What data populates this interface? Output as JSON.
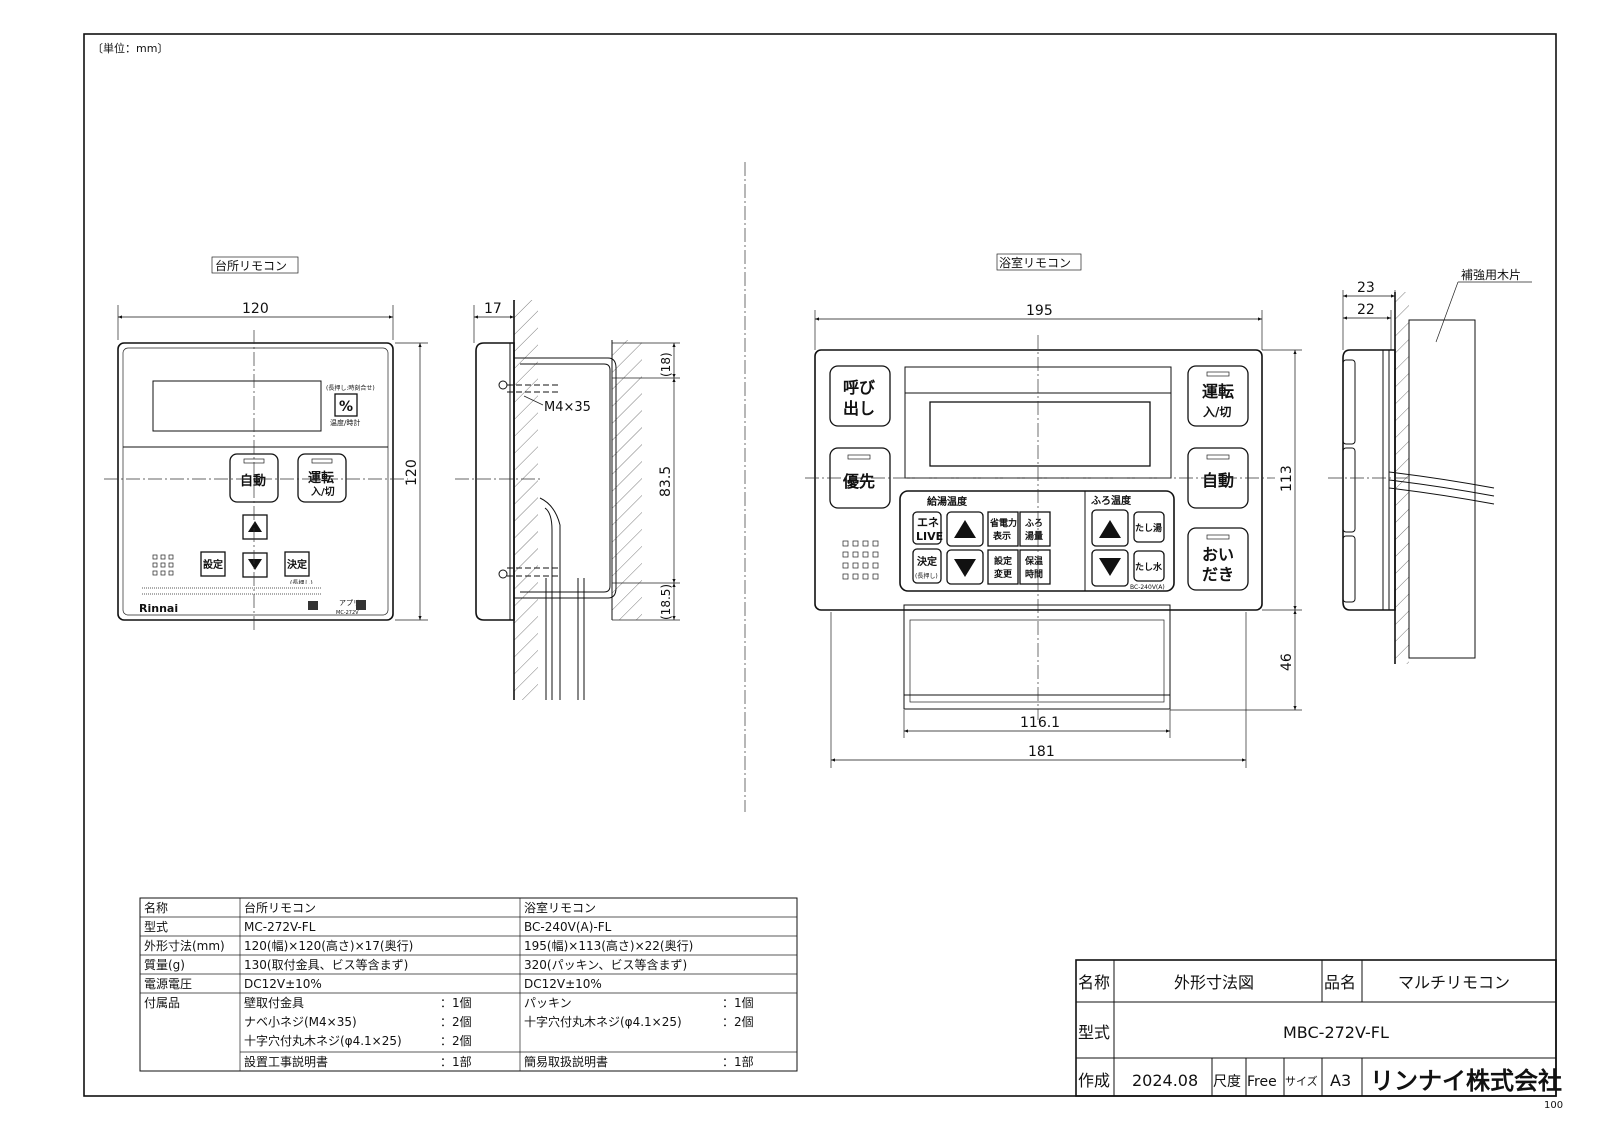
{
  "header": {
    "unit_note": "〔単位：mm〕"
  },
  "kitchen": {
    "label": "台所リモコン",
    "dims": {
      "width": "120",
      "height": "120",
      "depth": "17",
      "top": "(18)",
      "middle": "83.5",
      "bottom": "(18.5)"
    },
    "screw_label": "M4×35",
    "buttons": {
      "auto": "自動",
      "run": "運転",
      "run_sub": "入/切",
      "set": "設定",
      "decide": "決定",
      "decide_sub": "(長押し)"
    },
    "top_note": "(長押し:時刻合せ)",
    "mode_label": "温度/時計",
    "brand": "Rinnai",
    "app_label": "アプリ",
    "model_small": "MC-272V"
  },
  "bath": {
    "label": "浴室リモコン",
    "dims": {
      "width": "195",
      "height": "113",
      "lid": "46",
      "inner_width": "116.1",
      "outer_width": "181",
      "depth1": "23",
      "depth2": "22"
    },
    "wood_label": "補強用木片",
    "buttons": {
      "call_1": "呼び",
      "call_2": "出し",
      "priority": "優先",
      "run": "運転",
      "run_sub": "入/切",
      "auto": "自動",
      "oidaki_1": "おい",
      "oidaki_2": "だき",
      "supply_temp": "給湯温度",
      "bath_temp": "ふろ温度",
      "eco_1": "エネ",
      "eco_2": "LIVE",
      "power_1": "省電力",
      "power_2": "表示",
      "bath_1": "ふろ",
      "bath_2": "湯量",
      "setchange_1": "設定",
      "setchange_2": "変更",
      "keep_1": "保温",
      "keep_2": "時間",
      "decide": "決定",
      "decide_sub": "(長押し)",
      "tashiyu": "たし湯",
      "tashimizu": "たし水"
    },
    "model_small": "BC-240V(A)"
  },
  "spec_table": {
    "rows": [
      {
        "label": "名称",
        "kitchen": "台所リモコン",
        "bath": "浴室リモコン"
      },
      {
        "label": "型式",
        "kitchen": "MC-272V-FL",
        "bath": "BC-240V(A)-FL"
      },
      {
        "label": "外形寸法(mm)",
        "kitchen": "120(幅)×120(高さ)×17(奥行)",
        "bath": "195(幅)×113(高さ)×22(奥行)"
      },
      {
        "label": "質量(g)",
        "kitchen": "130(取付金具、ビス等含まず)",
        "bath": "320(パッキン、ビス等含まず)"
      },
      {
        "label": "電源電圧",
        "kitchen": "DC12V±10%",
        "bath": "DC12V±10%"
      }
    ],
    "accessories_label": "付属品",
    "kitchen_accessories": [
      {
        "item": "壁取付金具",
        "qty": "：1個"
      },
      {
        "item": "ナベ小ネジ(M4×35)",
        "qty": "：2個"
      },
      {
        "item": "十字穴付丸木ネジ(φ4.1×25)",
        "qty": "：2個"
      },
      {
        "item": "設置工事説明書",
        "qty": "：1部"
      }
    ],
    "bath_accessories": [
      {
        "item": "パッキン",
        "qty": "：1個"
      },
      {
        "item": "十字穴付丸木ネジ(φ4.1×25)",
        "qty": "：2個"
      },
      {
        "item": "簡易取扱説明書",
        "qty": "：1部"
      }
    ]
  },
  "title_block": {
    "name_label": "名称",
    "name_value": "外形寸法図",
    "product_label": "品名",
    "product_value": "マルチリモコン",
    "model_label": "型式",
    "model_value": "MBC-272V-FL",
    "made_label": "作成",
    "made_value": "2024.08",
    "scale_label": "尺度",
    "scale_value": "Free",
    "size_label": "サイズ",
    "size_value": "A3",
    "company": "リンナイ株式会社"
  },
  "page_number": "100"
}
